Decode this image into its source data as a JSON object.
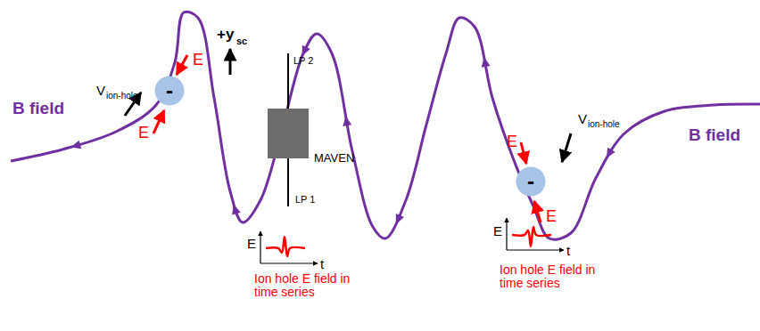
{
  "diagram": {
    "nodes": [
      {
        "text": [
          "-"
        ]
      },
      {
        "text": [
          "MAVEN"
        ]
      },
      {
        "text": [
          "-"
        ]
      }
    ],
    "labels": [
      "B field",
      "E",
      "V",
      "ion-hole",
      "E",
      "+y",
      "sc",
      "LP 2",
      "LP 1",
      "E",
      "t",
      "Ion hole E field in time series",
      "E",
      "V",
      "ion-hole",
      "E",
      "E",
      "t",
      "Ion hole E field in time series",
      "B field"
    ]
  }
}
